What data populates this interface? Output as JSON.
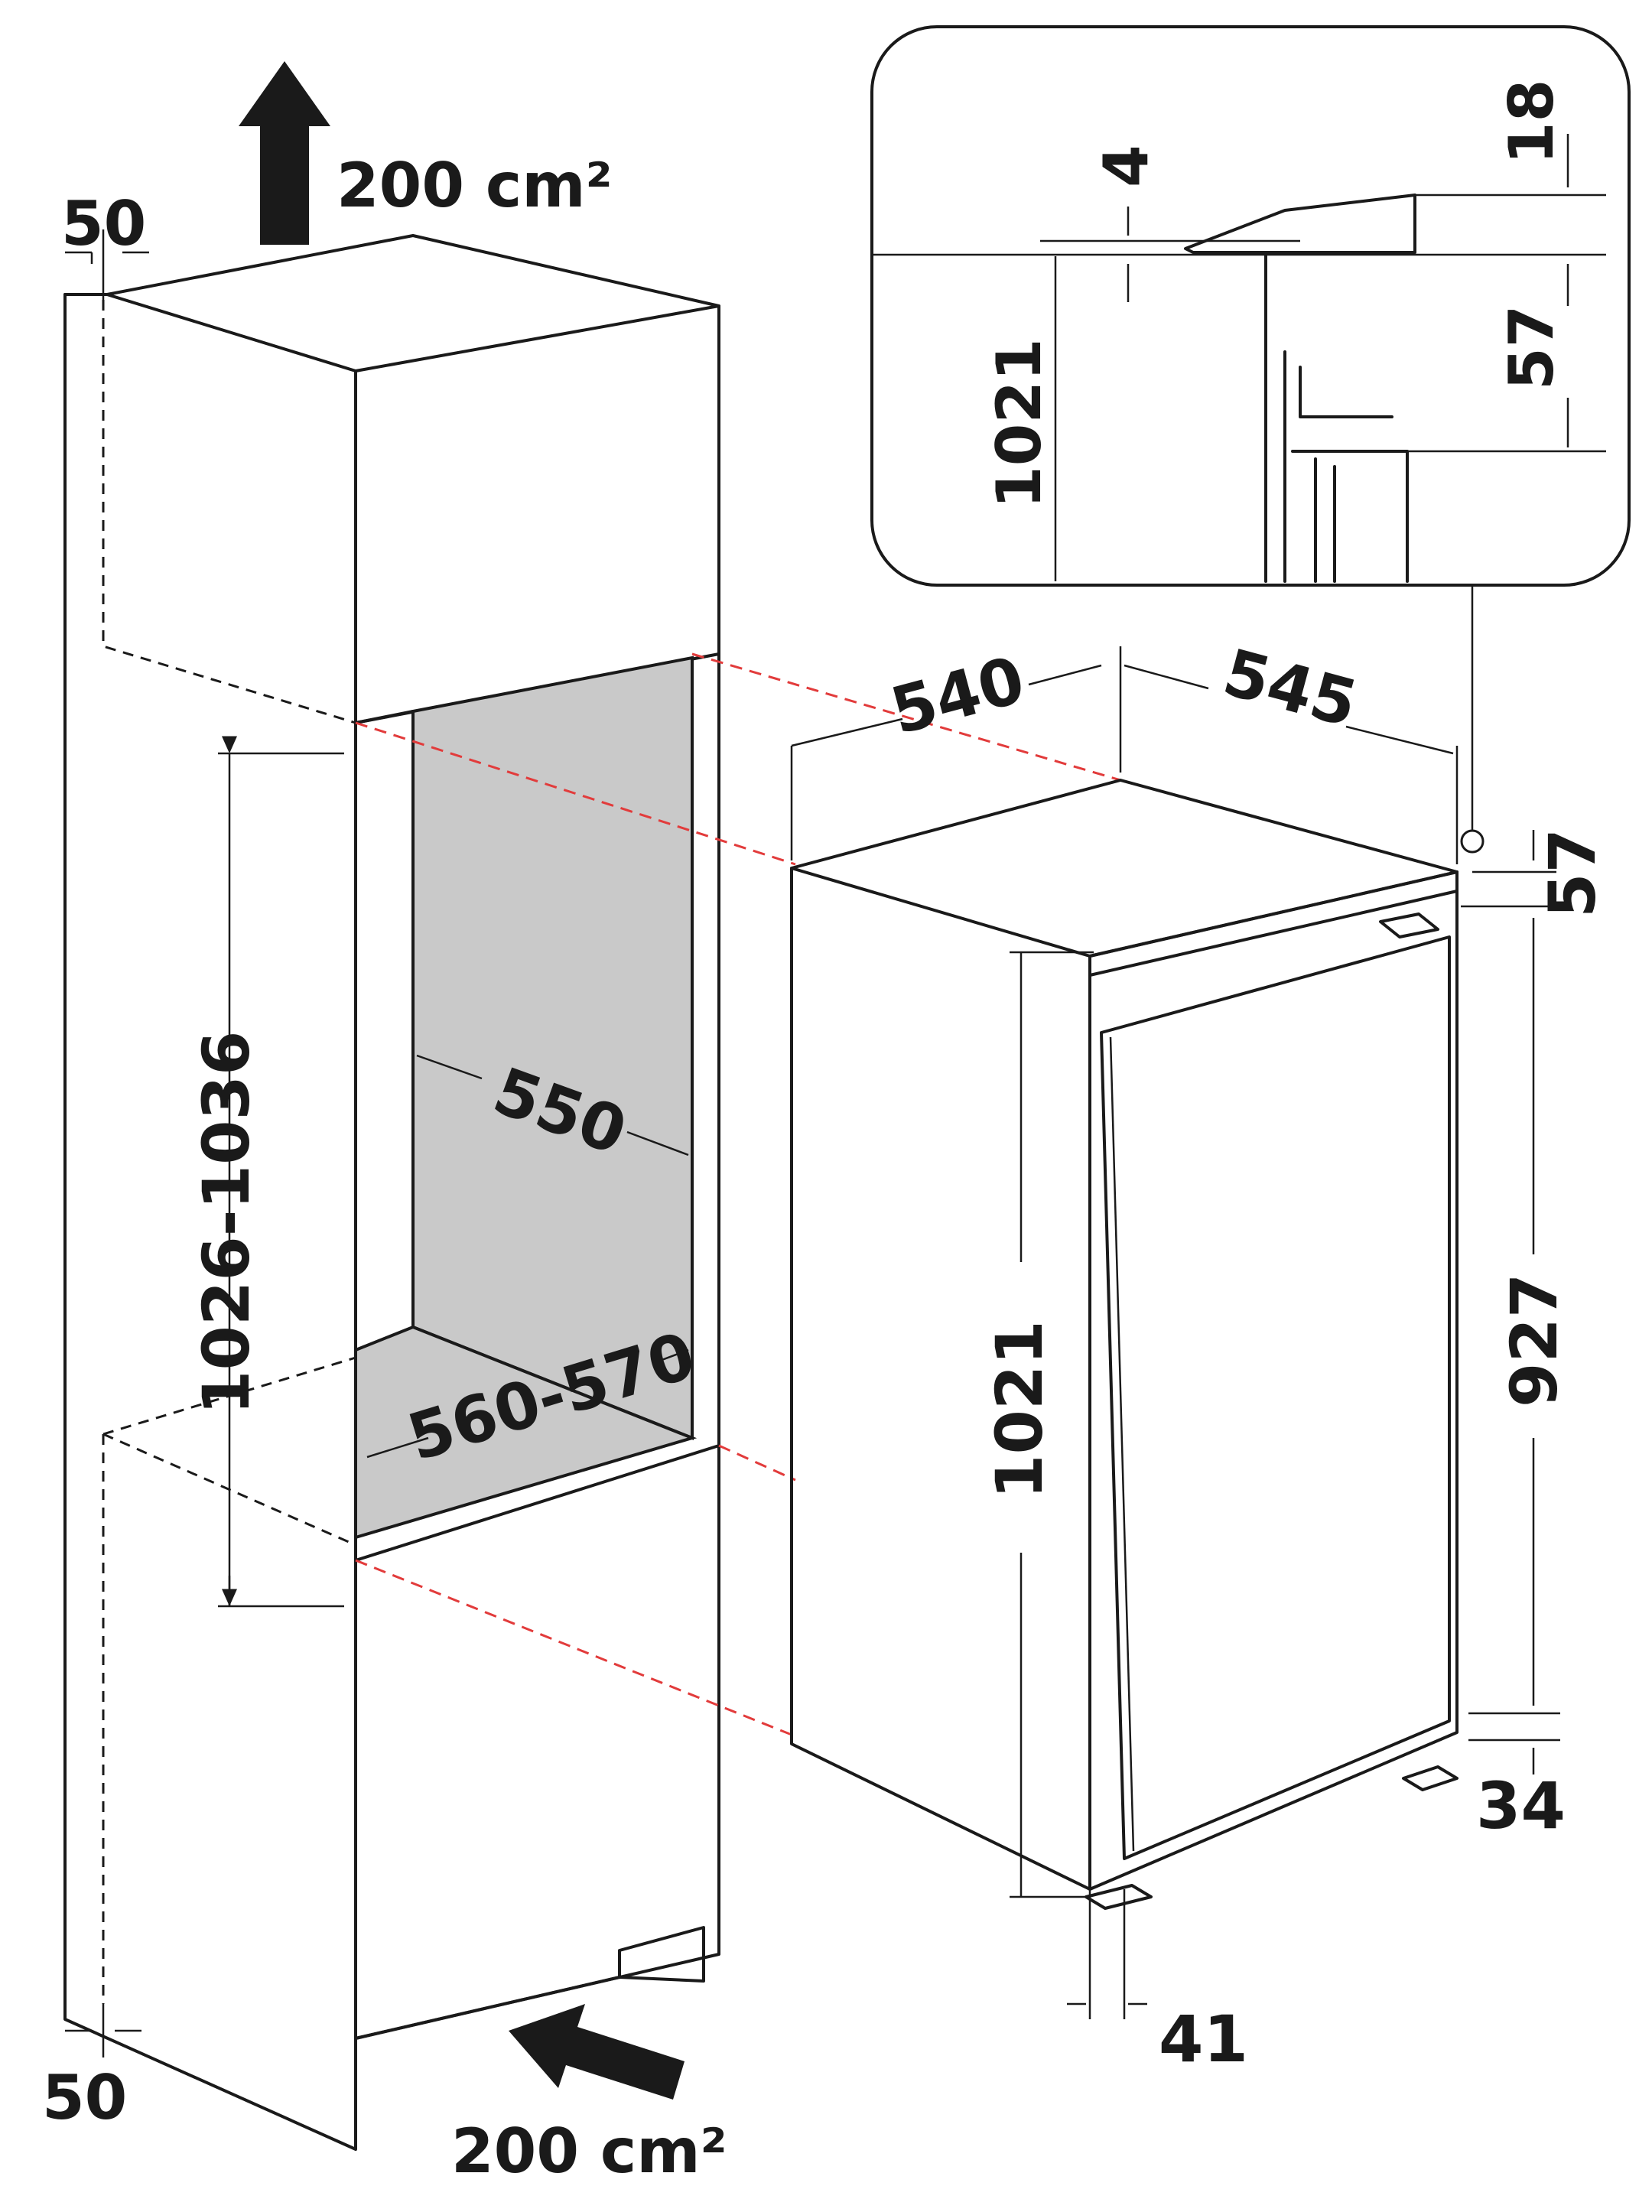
{
  "cabinet": {
    "vent_top_area": "200 cm²",
    "vent_bottom_area": "200 cm²",
    "top_clearance": "50",
    "bottom_clearance": "50",
    "niche_height": "1026-1036",
    "niche_depth": "550",
    "niche_width": "560-570"
  },
  "appliance": {
    "width": "540",
    "depth": "545",
    "height": "1021",
    "door_height": "927",
    "top_offset": "57",
    "bottom_offset": "34",
    "door_offset": "41"
  },
  "detail": {
    "gap": "4",
    "top_step": "18",
    "hinge_step": "57",
    "height": "1021"
  },
  "colors": {
    "line": "#1a1a1a",
    "niche_fill": "#c9c9c9",
    "alignment_guide": "#e23b3b"
  }
}
